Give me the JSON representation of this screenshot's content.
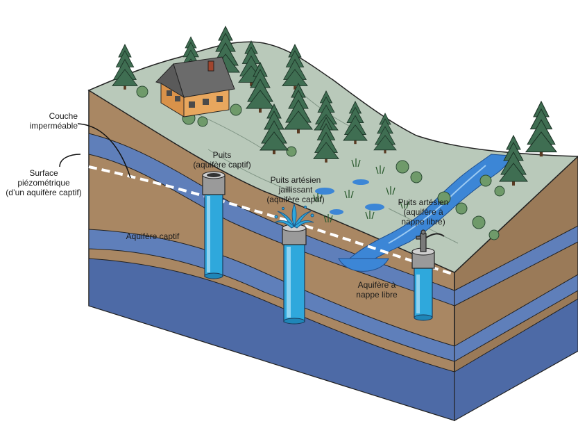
{
  "labels": {
    "couche_impermeable": [
      "Couche",
      "imperméable"
    ],
    "surface_piezometrique": [
      "Surface",
      "piézométrique",
      "(d’un aquifère captif)"
    ],
    "puits_captif": [
      "Puits",
      "(aquifère captif)"
    ],
    "puits_artesien_jaillissant": [
      "Puits artésien",
      "jaillissant",
      "(aquifère captif)"
    ],
    "puits_artesien_libre": [
      "Puits artésien",
      "(aquifère à",
      "nappe libre)"
    ],
    "aquifere_captif": [
      "Aquifère captif"
    ],
    "aquifere_nappe_libre": [
      "Aquifère à",
      "nappe libre"
    ]
  },
  "icons": {
    "house": "house-icon",
    "tree": "conifer-tree-icon",
    "well": "well-icon",
    "fountain": "water-fountain-icon",
    "pump": "hand-pump-icon"
  },
  "colors": {
    "ground_top": "#b9c9ba",
    "brown_soil": "#a98763",
    "brown_front": "#9a7a58",
    "impermeable_blue": "#5f7fba",
    "aquifer_blue": "#5874b0",
    "bottom_blue": "#4d6aa6",
    "well_water": "#2fa8dc",
    "river": "#3c86d6",
    "tree_green": "#3f6e52",
    "house": "#e8a75e",
    "piezometric_line": "#ffffff"
  }
}
